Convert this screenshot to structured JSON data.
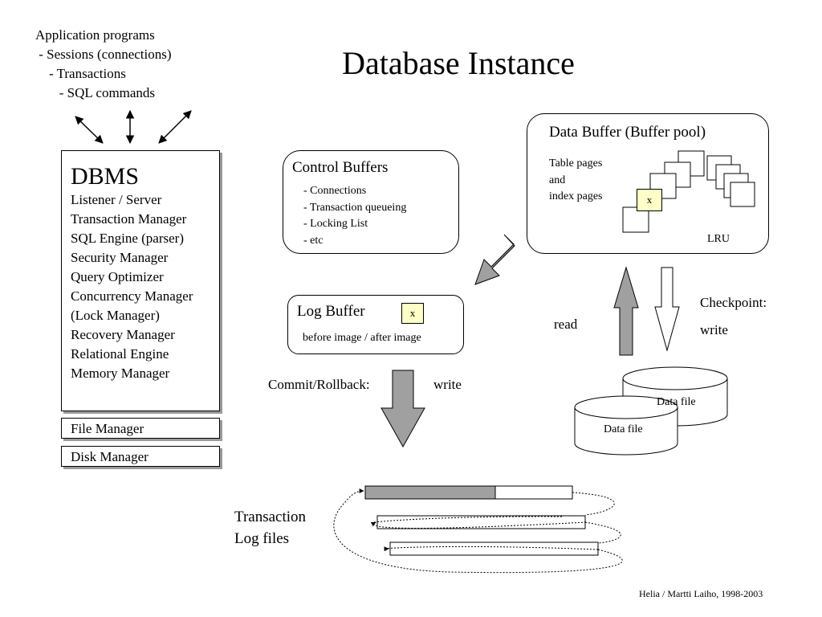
{
  "title": "Database Instance",
  "application": {
    "lines": [
      "Application programs",
      " - Sessions (connections)",
      "    - Transactions",
      "       - SQL commands"
    ]
  },
  "dbms": {
    "title": "DBMS",
    "components": [
      "Listener / Server",
      "Transaction Manager",
      "SQL Engine (parser)",
      "Security Manager",
      "Query Optimizer",
      "Concurrency Manager",
      "(Lock Manager)",
      "Recovery Manager",
      "Relational Engine",
      "Memory Manager"
    ],
    "file_manager": "File Manager",
    "disk_manager": "Disk Manager"
  },
  "control_buffers": {
    "title": "Control Buffers",
    "items": [
      "- Connections",
      "- Transaction queueing",
      "- Locking List",
      "- etc"
    ]
  },
  "log_buffer": {
    "title": "Log Buffer",
    "marker": "x",
    "subtitle": "before image / after image"
  },
  "data_buffer": {
    "title": "Data Buffer (Buffer pool)",
    "pages_label": [
      "Table pages",
      "and",
      "index pages"
    ],
    "marker": "x",
    "lru": "LRU"
  },
  "labels": {
    "read": "read",
    "checkpoint": "Checkpoint:",
    "checkpoint_write": "write",
    "commit_rollback": "Commit/Rollback:",
    "commit_write": "write"
  },
  "data_files": [
    "Data file",
    "Data file"
  ],
  "transaction_logs": [
    "Transaction",
    "Log files"
  ],
  "credit": "Helia / Martti Laiho, 1998-2003",
  "colors": {
    "arrow_fill": "#a0a0a0",
    "marker_fill": "#ffffc8",
    "log_fill": "#a0a0a0",
    "shadow": "#9a9a9a"
  }
}
